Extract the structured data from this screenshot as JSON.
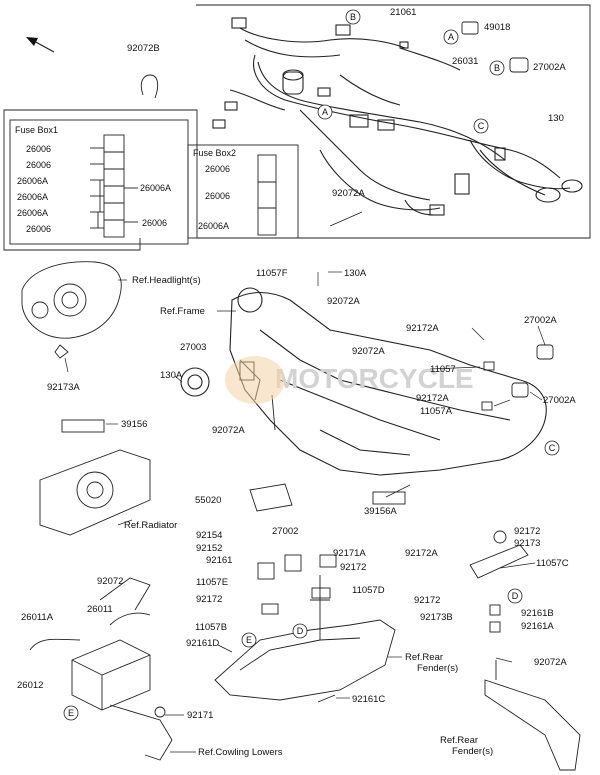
{
  "labels": {
    "p92072B": "92072B",
    "p21061": "21061",
    "p49018": "49018",
    "p26031": "26031",
    "p27002A_top": "27002A",
    "p130": "130",
    "p92072A_mid": "92072A",
    "ref_headlight": "Ref.Headlight(s)",
    "p11057F": "11057F",
    "p130A_top": "130A",
    "ref_frame": "Ref.Frame",
    "p92072A_frame": "92072A",
    "p92172A_1": "92172A",
    "p27002A_right": "27002A",
    "p27003": "27003",
    "p92072A_2": "92072A",
    "p11057": "11057",
    "p130A_left": "130A",
    "p92172A_2": "92172A",
    "p27002A_right2": "27002A",
    "p11057A": "11057A",
    "p92173A": "92173A",
    "p39156": "39156",
    "p92072A_3": "92072A",
    "p55020": "55020",
    "ref_radiator": "Ref.Radiator",
    "p39156A": "39156A",
    "p92154": "92154",
    "p27002": "27002",
    "p92152": "92152",
    "p92161": "92161",
    "p92171A": "92171A",
    "p92172_a": "92172",
    "p92173": "92173",
    "p92172A_3": "92172A",
    "p11057C": "11057C",
    "p92072": "92072",
    "p11057E": "11057E",
    "p92172_b": "92172",
    "p26011": "26011",
    "p11057D": "11057D",
    "p92172_c": "92172",
    "p26011A": "26011A",
    "p92172_d": "92172",
    "p92173B": "92173B",
    "p92161B": "92161B",
    "p11057B": "11057B",
    "p92161A": "92161A",
    "p92161D": "92161D",
    "ref_rear_fender_1": "Ref.Rear",
    "ref_rear_fender_1b": "Fender(s)",
    "p92072A_4": "92072A",
    "p26012": "26012",
    "p92161C": "92161C",
    "p92171": "92171",
    "ref_cowling": "Ref.Cowling Lowers",
    "ref_rear_fender_2": "Ref.Rear",
    "ref_rear_fender_2b": "Fender(s)"
  },
  "callouts": [
    "A",
    "B",
    "C",
    "D",
    "E"
  ],
  "fuse_box1": {
    "title": "Fuse Box1",
    "rows": [
      "26006",
      "26006",
      "26006A",
      "26006A",
      "26006A",
      "26006"
    ],
    "group_a": "26006A",
    "group_b": "26006"
  },
  "fuse_box2": {
    "title": "Fuse Box2",
    "rows": [
      "26006",
      "26006",
      "26006A"
    ]
  },
  "watermark": "MOTORCYCLE",
  "colors": {
    "line": "#222222",
    "watermark": "#c9c9c9",
    "badge_orange": "#e8a24a"
  }
}
